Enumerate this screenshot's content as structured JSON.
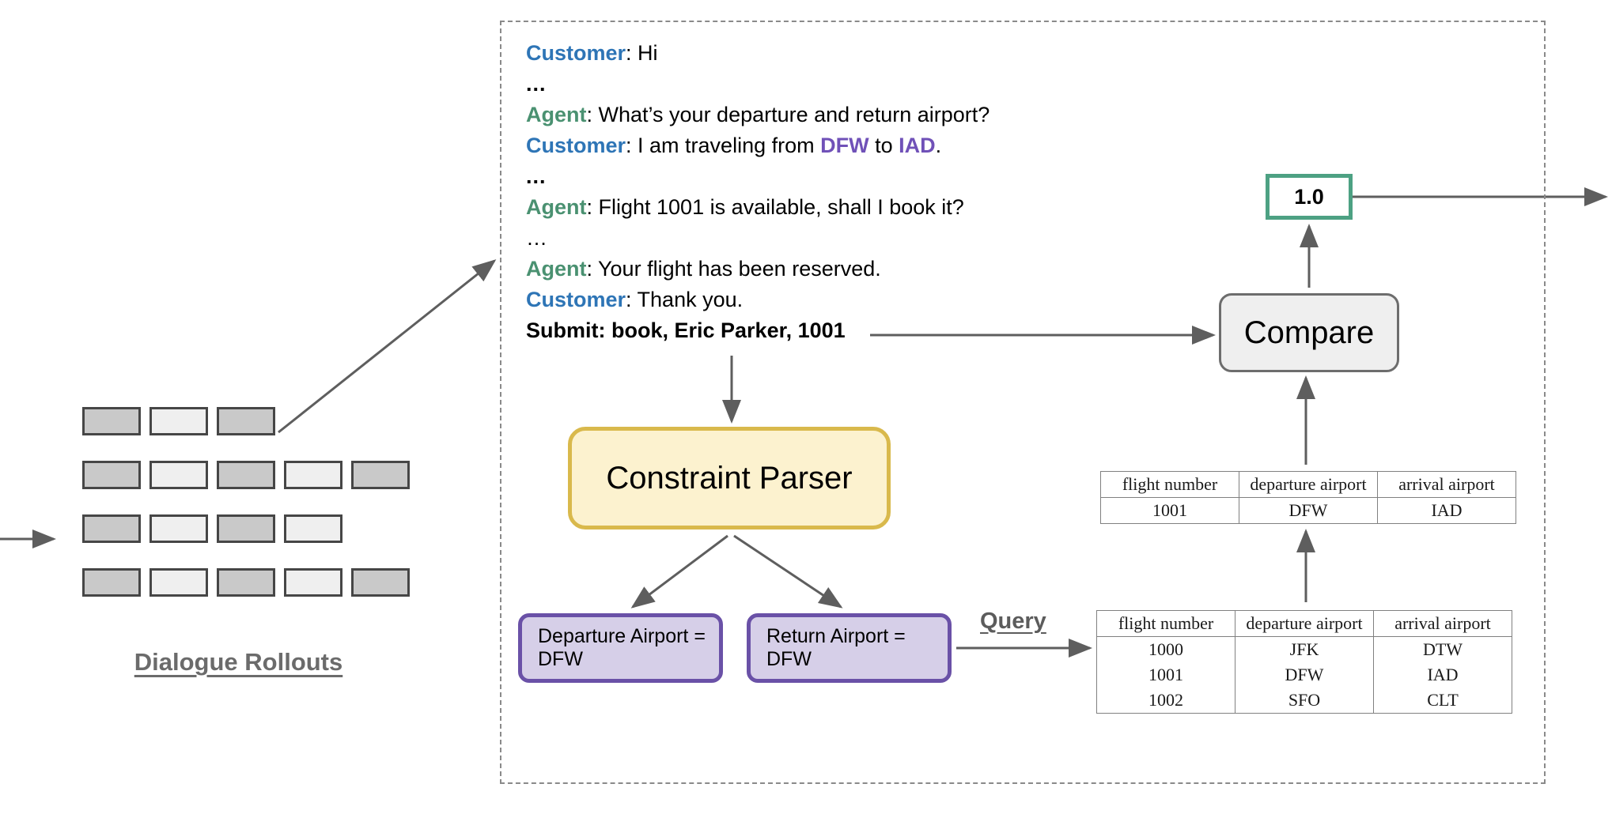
{
  "dialogue": {
    "lines": [
      {
        "kind": "turn",
        "speaker": "Customer",
        "speaker_class": "spk-customer",
        "text": ": Hi"
      },
      {
        "kind": "ellipsis",
        "style": "bold",
        "text": "..."
      },
      {
        "kind": "turn",
        "speaker": "Agent",
        "speaker_class": "spk-agent",
        "text": ": What’s your departure and return airport?"
      },
      {
        "kind": "turn_apt",
        "speaker": "Customer",
        "speaker_class": "spk-customer",
        "pre": ": I am traveling from ",
        "apt1": "DFW",
        "mid": " to ",
        "apt2": "IAD",
        "post": "."
      },
      {
        "kind": "ellipsis",
        "style": "bold",
        "text": "..."
      },
      {
        "kind": "turn",
        "speaker": "Agent",
        "speaker_class": "spk-agent",
        "text": ": Flight 1001 is available, shall I book it?"
      },
      {
        "kind": "ellipsis",
        "style": "plain",
        "text": "…"
      },
      {
        "kind": "turn",
        "speaker": "Agent",
        "speaker_class": "spk-agent",
        "text": ": Your flight has been reserved."
      },
      {
        "kind": "turn",
        "speaker": "Customer",
        "speaker_class": "spk-customer",
        "text": ": Thank you."
      },
      {
        "kind": "submit",
        "text": "Submit: book, Eric Parker, 1001"
      }
    ]
  },
  "rollouts": {
    "label": "Dialogue Rollouts",
    "rows": [
      [
        "dark",
        "light",
        "dark"
      ],
      [
        "dark",
        "light",
        "dark",
        "light",
        "dark"
      ],
      [
        "dark",
        "light",
        "dark",
        "light"
      ],
      [
        "dark",
        "light",
        "dark",
        "light",
        "dark"
      ]
    ]
  },
  "parser": {
    "label": "Constraint Parser"
  },
  "constraints": [
    {
      "label": "Departure Airport =\nDFW",
      "line1": "Departure Airport =",
      "line2": "DFW"
    },
    {
      "label": "Return Airport =\nDFW",
      "line1": "Return Airport =",
      "line2": "DFW"
    }
  ],
  "query": {
    "label": "Query"
  },
  "result_table": {
    "headers": [
      "flight number",
      "departure airport",
      "arrival airport"
    ],
    "rows": [
      [
        "1001",
        "DFW",
        "IAD"
      ]
    ]
  },
  "database_table": {
    "headers": [
      "flight number",
      "departure airport",
      "arrival airport"
    ],
    "rows": [
      [
        "1000",
        "JFK",
        "DTW"
      ],
      [
        "1001",
        "DFW",
        "IAD"
      ],
      [
        "1002",
        "SFO",
        "CLT"
      ]
    ]
  },
  "compare": {
    "label": "Compare"
  },
  "score": {
    "value": "1.0"
  },
  "colors": {
    "customer": "#2e75b6",
    "agent": "#4a9171",
    "airport": "#7051b8",
    "parser_fill": "#fcf2cf",
    "parser_border": "#d9b94c",
    "constraint_fill": "#d6cfe8",
    "constraint_border": "#6a51a7",
    "compare_fill": "#efefef",
    "compare_border": "#6d6d6d",
    "score_border": "#4da183",
    "arrow": "#5e5e5e",
    "panel_border": "#8a8a8a",
    "rollout_dark": "#c9c9c9",
    "rollout_light": "#efefef",
    "rollout_border": "#464646",
    "label_gray": "#6b6b6b"
  }
}
